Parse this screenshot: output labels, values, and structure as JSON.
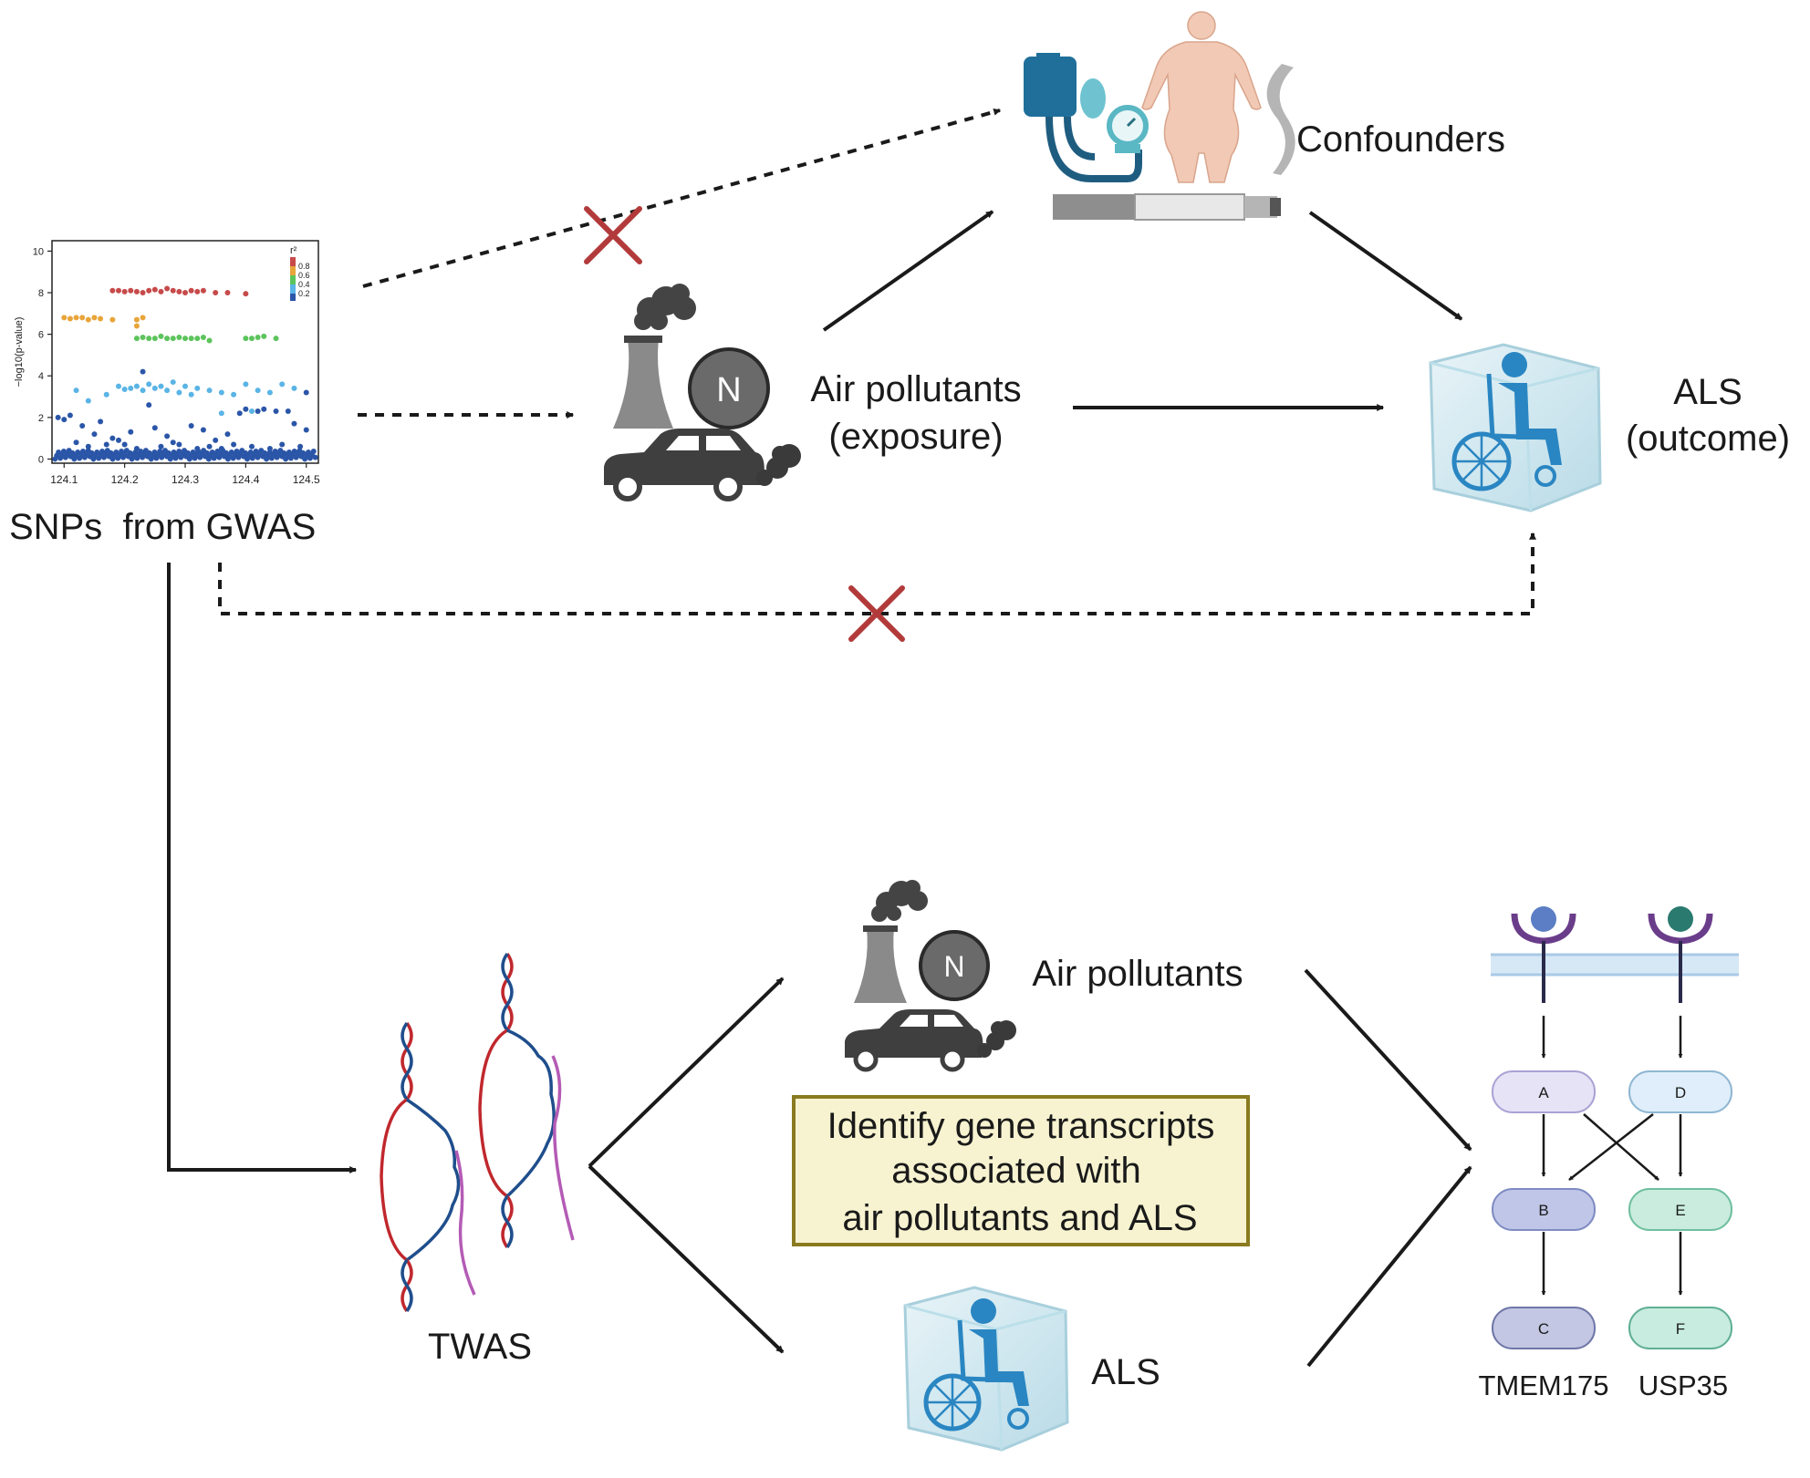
{
  "labels": {
    "snps": "SNPs  from GWAS",
    "air_pollutants": "Air pollutants",
    "exposure": "(exposure)",
    "confounders": "Confounders",
    "als": "ALS",
    "outcome": "(outcome)",
    "twas": "TWAS",
    "air_pollutants_2": "Air pollutants",
    "als_2": "ALS",
    "n_badge": "N",
    "n_badge_2": "N"
  },
  "callout": {
    "line1": "Identify gene transcripts",
    "line2": "associated with",
    "line3": "air pollutants and ALS"
  },
  "pathway": {
    "nodes": [
      "A",
      "D",
      "B",
      "E",
      "C",
      "F"
    ],
    "genes": [
      "TMEM175",
      "USP35"
    ]
  },
  "colors": {
    "arrow": "#1a1a1a",
    "cross": "#b23a3a",
    "callout_bg": "#f7f3d0",
    "callout_border": "#8a7a20",
    "pollutant_gray": "#555555",
    "cube": "#cfe6ef",
    "wheelchair": "#2a86c2",
    "dna_red": "#c0282d",
    "dna_blue": "#1f4e8c",
    "rna_purple": "#b45bb5",
    "node_purple": "#e6e3f6",
    "node_blue": "#dfeefa",
    "node_b": "#bfc6e8",
    "node_e": "#c9ecde",
    "node_c": "#c3c7e3",
    "node_f": "#c8ece0"
  },
  "chart_data": {
    "type": "scatter",
    "title": "",
    "xlabel": "",
    "ylabel": "−log10(p-value)",
    "xlim": [
      124.08,
      124.52
    ],
    "ylim": [
      -0.2,
      10.5
    ],
    "x_ticks": [
      "124.1",
      "124.2",
      "124.3",
      "124.4",
      "124.5"
    ],
    "y_ticks": [
      "0",
      "2",
      "4",
      "6",
      "8",
      "10"
    ],
    "legend_title": "r²",
    "legend_position": "top-right",
    "legend": [
      {
        "label": "0.8",
        "color": "#c74a4a"
      },
      {
        "label": "0.6",
        "color": "#e8a53a"
      },
      {
        "label": "0.4",
        "color": "#5cc45c"
      },
      {
        "label": "0.2",
        "color": "#5ab4e6"
      }
    ],
    "series": [
      {
        "color": "#c74a4a",
        "points": [
          [
            124.18,
            8.1
          ],
          [
            124.19,
            8.1
          ],
          [
            124.2,
            8.05
          ],
          [
            124.21,
            8.1
          ],
          [
            124.22,
            8.05
          ],
          [
            124.23,
            8.0
          ],
          [
            124.24,
            8.1
          ],
          [
            124.25,
            8.15
          ],
          [
            124.26,
            8.05
          ],
          [
            124.27,
            8.2
          ],
          [
            124.28,
            8.1
          ],
          [
            124.29,
            8.05
          ],
          [
            124.3,
            8.0
          ],
          [
            124.31,
            8.1
          ],
          [
            124.32,
            8.05
          ],
          [
            124.33,
            8.1
          ],
          [
            124.35,
            8.0
          ],
          [
            124.37,
            8.0
          ],
          [
            124.4,
            7.95
          ]
        ]
      },
      {
        "color": "#e8a53a",
        "points": [
          [
            124.1,
            6.8
          ],
          [
            124.11,
            6.75
          ],
          [
            124.12,
            6.8
          ],
          [
            124.13,
            6.8
          ],
          [
            124.14,
            6.7
          ],
          [
            124.15,
            6.8
          ],
          [
            124.16,
            6.75
          ],
          [
            124.18,
            6.7
          ],
          [
            124.22,
            6.7
          ],
          [
            124.23,
            6.8
          ],
          [
            124.22,
            6.4
          ]
        ]
      },
      {
        "color": "#5cc45c",
        "points": [
          [
            124.22,
            5.8
          ],
          [
            124.23,
            5.85
          ],
          [
            124.24,
            5.8
          ],
          [
            124.25,
            5.8
          ],
          [
            124.26,
            5.9
          ],
          [
            124.27,
            5.8
          ],
          [
            124.28,
            5.8
          ],
          [
            124.29,
            5.85
          ],
          [
            124.3,
            5.8
          ],
          [
            124.31,
            5.8
          ],
          [
            124.32,
            5.8
          ],
          [
            124.33,
            5.85
          ],
          [
            124.34,
            5.7
          ],
          [
            124.4,
            5.8
          ],
          [
            124.41,
            5.8
          ],
          [
            124.42,
            5.85
          ],
          [
            124.43,
            5.9
          ],
          [
            124.45,
            5.8
          ]
        ]
      },
      {
        "color": "#5ab4e6",
        "points": [
          [
            124.12,
            3.3
          ],
          [
            124.14,
            2.8
          ],
          [
            124.17,
            3.1
          ],
          [
            124.19,
            3.5
          ],
          [
            124.2,
            3.35
          ],
          [
            124.21,
            3.4
          ],
          [
            124.22,
            3.5
          ],
          [
            124.23,
            3.3
          ],
          [
            124.24,
            3.6
          ],
          [
            124.25,
            3.4
          ],
          [
            124.26,
            3.5
          ],
          [
            124.27,
            3.3
          ],
          [
            124.28,
            3.7
          ],
          [
            124.29,
            3.2
          ],
          [
            124.3,
            3.5
          ],
          [
            124.31,
            3.1
          ],
          [
            124.32,
            3.4
          ],
          [
            124.34,
            3.3
          ],
          [
            124.36,
            3.2
          ],
          [
            124.38,
            3.1
          ],
          [
            124.4,
            3.6
          ],
          [
            124.42,
            3.3
          ],
          [
            124.44,
            3.2
          ],
          [
            124.46,
            3.6
          ],
          [
            124.48,
            3.4
          ],
          [
            124.36,
            2.2
          ],
          [
            124.41,
            2.3
          ]
        ]
      },
      {
        "color": "#2b56a8",
        "points": [
          [
            124.09,
            2.0
          ],
          [
            124.1,
            1.9
          ],
          [
            124.11,
            2.1
          ],
          [
            124.13,
            1.6
          ],
          [
            124.15,
            1.2
          ],
          [
            124.16,
            1.8
          ],
          [
            124.18,
            1.0
          ],
          [
            124.19,
            0.9
          ],
          [
            124.21,
            1.3
          ],
          [
            124.23,
            4.2
          ],
          [
            124.24,
            2.6
          ],
          [
            124.25,
            1.5
          ],
          [
            124.27,
            1.1
          ],
          [
            124.28,
            0.8
          ],
          [
            124.31,
            1.6
          ],
          [
            124.33,
            1.4
          ],
          [
            124.35,
            0.9
          ],
          [
            124.37,
            1.2
          ],
          [
            124.39,
            2.2
          ],
          [
            124.4,
            2.4
          ],
          [
            124.42,
            2.3
          ],
          [
            124.43,
            2.4
          ],
          [
            124.45,
            2.3
          ],
          [
            124.47,
            2.3
          ],
          [
            124.48,
            1.7
          ],
          [
            124.5,
            1.4
          ],
          [
            124.12,
            0.8
          ],
          [
            124.14,
            0.6
          ],
          [
            124.17,
            0.7
          ],
          [
            124.2,
            0.7
          ],
          [
            124.22,
            0.5
          ],
          [
            124.26,
            0.6
          ],
          [
            124.29,
            0.7
          ],
          [
            124.32,
            0.5
          ],
          [
            124.34,
            0.6
          ],
          [
            124.36,
            0.5
          ],
          [
            124.38,
            0.7
          ],
          [
            124.41,
            0.6
          ],
          [
            124.44,
            0.5
          ],
          [
            124.46,
            0.7
          ],
          [
            124.49,
            0.6
          ],
          [
            124.5,
            3.2
          ]
        ]
      }
    ]
  }
}
